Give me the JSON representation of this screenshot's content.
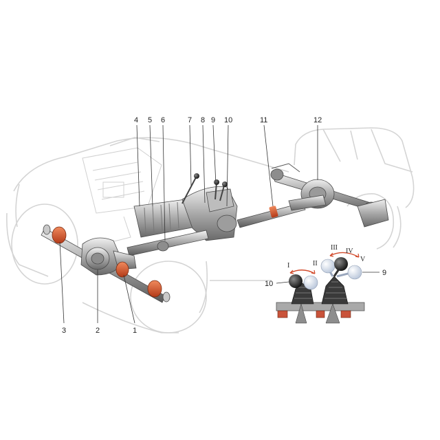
{
  "callouts_top": [
    "4",
    "5",
    "6",
    "7",
    "8",
    "9",
    "10",
    "11",
    "12"
  ],
  "callouts_bottom": [
    "3",
    "2",
    "1"
  ],
  "inset": {
    "labels": [
      "10",
      "9"
    ],
    "roman": [
      "I",
      "II",
      "III",
      "IV",
      "V"
    ]
  },
  "colors": {
    "metal": "#bcbcbc",
    "metal_dark": "#6f6f6f",
    "coupling": "#d9532b",
    "body_outline": "#d4d4d4",
    "knob_light": "#cfd8e6",
    "arrow": "#d24a2b"
  }
}
